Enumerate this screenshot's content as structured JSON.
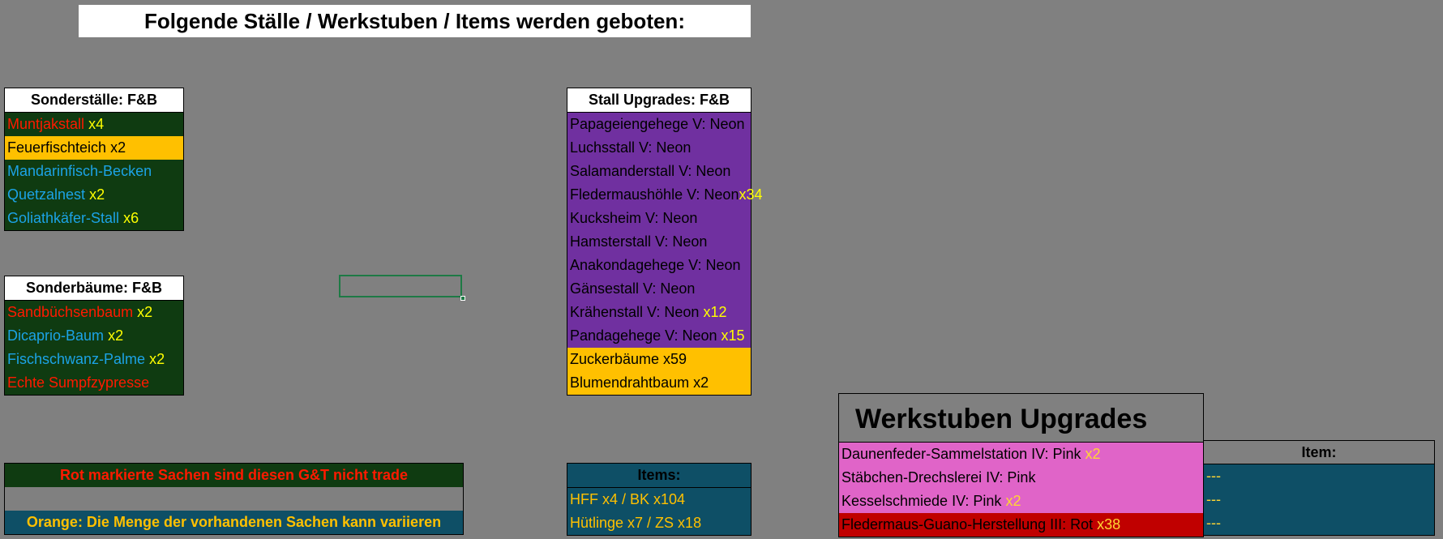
{
  "title": "Folgende Ställe / Werkstuben / Items werden geboten:",
  "sonderstaelle": {
    "header": "Sonderställe:  F&B",
    "rows": [
      {
        "name": "Muntjakstall",
        "qty": "x4"
      },
      {
        "name": "Feuerfischteich",
        "qty": "x2"
      },
      {
        "name": "Mandarinfisch-Becken",
        "qty": ""
      },
      {
        "name": "Quetzalnest",
        "qty": "x2"
      },
      {
        "name": "Goliathkäfer-Stall",
        "qty": "x6"
      }
    ]
  },
  "sonderbaeume": {
    "header": "Sonderbäume: F&B",
    "rows": [
      {
        "name": "Sandbüchsenbaum",
        "qty": "x2"
      },
      {
        "name": "Dicaprio-Baum",
        "qty": "x2"
      },
      {
        "name": "Fischschwanz-Palme",
        "qty": "x2"
      },
      {
        "name": "Echte Sumpfzypresse",
        "qty": ""
      }
    ]
  },
  "stall_upgrades": {
    "header": "Stall Upgrades: F&B",
    "rows": [
      {
        "name": "Papageiengehege V: Neon",
        "qty": ""
      },
      {
        "name": "Luchsstall V: Neon",
        "qty": ""
      },
      {
        "name": "Salamanderstall V: Neon",
        "qty": ""
      },
      {
        "name": "Fledermaushöhle V: Neon",
        "qty": "x34"
      },
      {
        "name": "Kucksheim V: Neon",
        "qty": ""
      },
      {
        "name": "Hamsterstall V: Neon",
        "qty": ""
      },
      {
        "name": "Anakondagehege V: Neon",
        "qty": ""
      },
      {
        "name": "Gänsestall V: Neon",
        "qty": ""
      },
      {
        "name": "Krähenstall V: Neon",
        "qty": "x12"
      },
      {
        "name": "Pandagehege V: Neon",
        "qty": "x15"
      },
      {
        "name": "Zuckerbäume x59",
        "qty": ""
      },
      {
        "name": "Blumendrahtbaum x2",
        "qty": ""
      }
    ]
  },
  "legend": {
    "red_note": "Rot markierte Sachen sind diesen G&T nicht trade",
    "orange_note": "Orange: Die Menge der vorhandenen Sachen kann variieren"
  },
  "items": {
    "header": "Items:",
    "rows": [
      "HFF x4 / BK x104",
      "Hütlinge x7  / ZS x18"
    ]
  },
  "werkstuben": {
    "title": "Werkstuben Upgrades F&B",
    "rows": [
      {
        "name": "Daunenfeder-Sammelstation IV: Pink",
        "qty": "x2"
      },
      {
        "name": "Stäbchen-Drechslerei IV: Pink",
        "qty": ""
      },
      {
        "name": "Kesselschmiede IV: Pink",
        "qty": "x2"
      },
      {
        "name": "Fledermaus-Guano-Herstellung III: Rot",
        "qty": "x38"
      }
    ],
    "item_header": "Item:",
    "item_values": [
      "---",
      "---",
      "---"
    ]
  }
}
